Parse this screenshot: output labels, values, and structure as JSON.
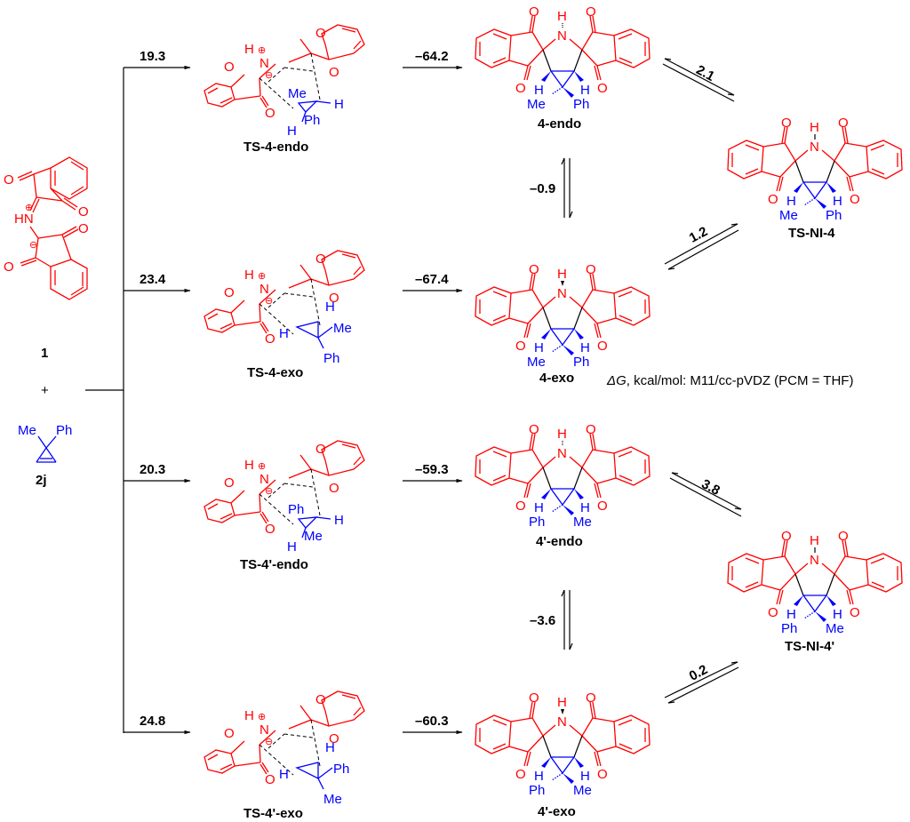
{
  "reactants": {
    "r1": {
      "label": "1",
      "atoms": {
        "HN": "HN",
        "O": "O",
        "plus": "⊕",
        "minus": "⊖"
      }
    },
    "plus_sign": "+",
    "r2": {
      "label": "2j",
      "substituents": {
        "me": "Me",
        "ph": "Ph"
      }
    }
  },
  "pathways": [
    {
      "id": "4-endo",
      "barrier": "19.3",
      "ts_label": "TS-4-endo",
      "reaction_energy": "–64.2",
      "product_label": "4-endo",
      "ts_subs": {
        "top": "Me",
        "side": "Ph"
      },
      "product_subs": {
        "left": "Me",
        "right": "Ph"
      }
    },
    {
      "id": "4-exo",
      "barrier": "23.4",
      "ts_label": "TS-4-exo",
      "reaction_energy": "–67.4",
      "product_label": "4-exo",
      "ts_subs": {
        "top": "Me",
        "side": "Ph"
      },
      "product_subs": {
        "left": "Me",
        "right": "Ph"
      }
    },
    {
      "id": "4'-endo",
      "barrier": "20.3",
      "ts_label": "TS-4'-endo",
      "reaction_energy": "–59.3",
      "product_label": "4'-endo",
      "ts_subs": {
        "top": "Ph",
        "side": "Me"
      },
      "product_subs": {
        "left": "Ph",
        "right": "Me"
      }
    },
    {
      "id": "4'-exo",
      "barrier": "24.8",
      "ts_label": "TS-4'-exo",
      "reaction_energy": "–60.3",
      "product_label": "4'-exo",
      "ts_subs": {
        "top": "Ph",
        "side": "Me"
      },
      "product_subs": {
        "left": "Ph",
        "right": "Me"
      }
    }
  ],
  "interconversions": {
    "ts_ni_4": {
      "label": "TS-NI-4",
      "from_endo": "2.1",
      "from_exo": "1.2",
      "endo_exo_delta": "–0.9",
      "subs": {
        "left": "Me",
        "right": "Ph"
      }
    },
    "ts_ni_4p": {
      "label": "TS-NI-4'",
      "from_endo": "3.8",
      "from_exo": "0.2",
      "endo_exo_delta": "–3.6",
      "subs": {
        "left": "Ph",
        "right": "Me"
      }
    }
  },
  "atoms": {
    "H": "H",
    "N": "N",
    "O": "O",
    "plus": "⊕",
    "minus": "⊖"
  },
  "method_note": {
    "delta_g": "ΔG",
    "text": ", kcal/mol: M11/cc-pVDZ (PCM = THF)"
  },
  "colors": {
    "core": "#ff0000",
    "cyclopropene": "#0000ff",
    "text": "#000000"
  }
}
